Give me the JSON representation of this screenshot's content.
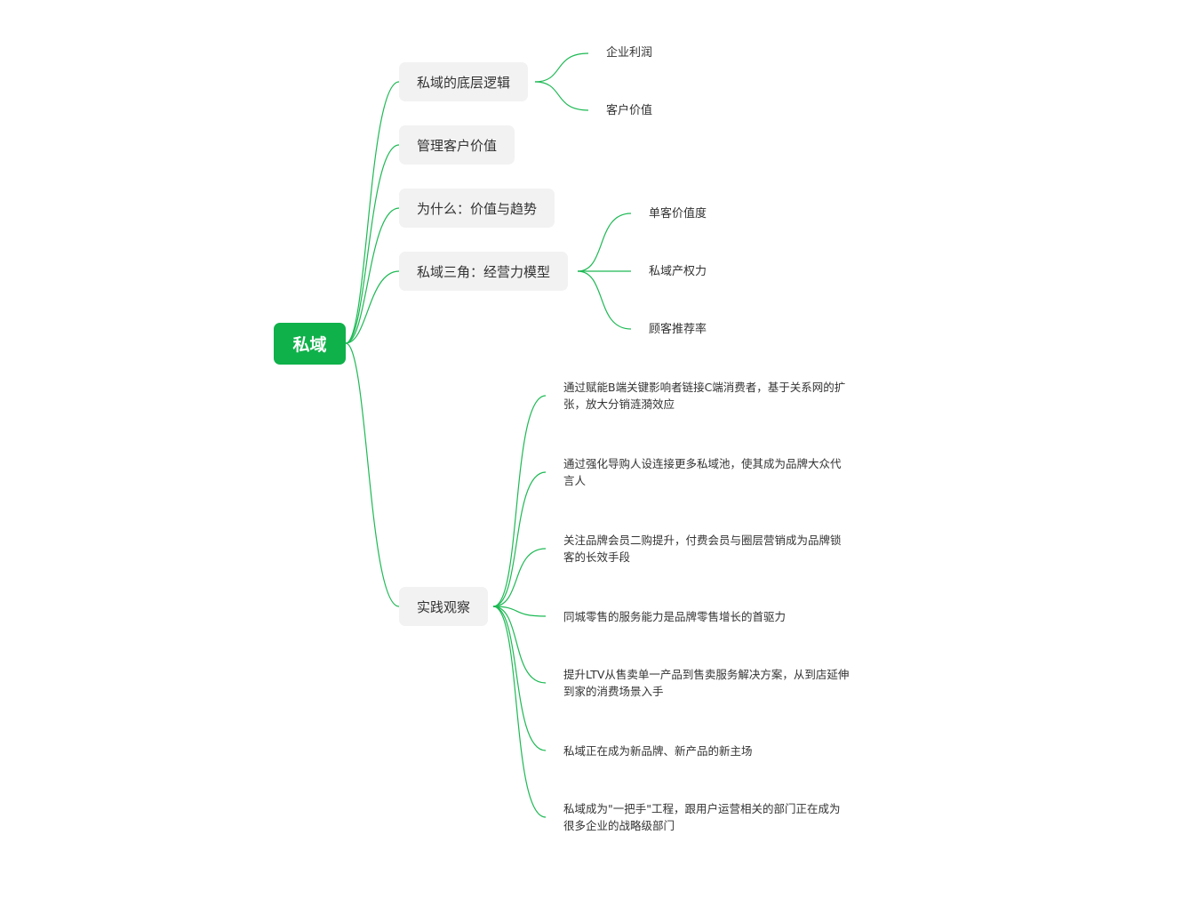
{
  "root": {
    "label": "私域"
  },
  "branches": [
    {
      "label": "私域的底层逻辑",
      "children": [
        "企业利润",
        "客户价值"
      ]
    },
    {
      "label": "管理客户价值",
      "children": []
    },
    {
      "label": "为什么：价值与趋势",
      "children": []
    },
    {
      "label": "私域三角：经营力模型",
      "children": [
        "单客价值度",
        "私域产权力",
        "顾客推荐率"
      ]
    },
    {
      "label": "实践观察",
      "children": [
        [
          "通过赋能B端关键影响者链接C端消费者，基于关系网的扩",
          "张，放大分销涟漪效应"
        ],
        [
          "通过强化导购人设连接更多私域池，使其成为品牌大众代",
          "言人"
        ],
        [
          "关注品牌会员二购提升，付费会员与圈层营销成为品牌锁",
          "客的长效手段"
        ],
        [
          "同城零售的服务能力是品牌零售增长的首驱力"
        ],
        [
          "提升LTV从售卖单一产品到售卖服务解决方案，从到店延伸",
          "到家的消费场景入手"
        ],
        [
          "私域正在成为新品牌、新产品的新主场"
        ],
        [
          "私域成为\"一把手\"工程，跟用户运营相关的部门正在成为",
          "很多企业的战略级部门"
        ]
      ]
    }
  ],
  "colors": {
    "root_bg": "#0fb14a",
    "branch_bg": "#f2f2f2",
    "line": "#1db954"
  }
}
